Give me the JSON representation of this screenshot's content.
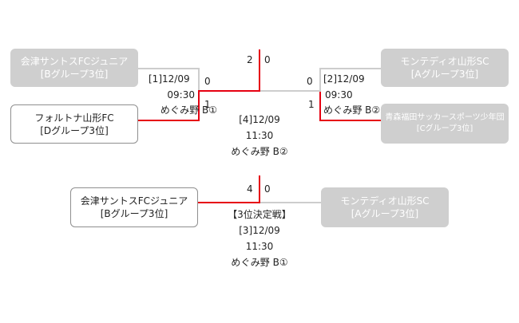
{
  "semifinals": {
    "match1": {
      "number": "[1]",
      "date": "12/09",
      "time": "09:30",
      "venue": "めぐみ野 B①",
      "top_team": {
        "name": "会津サントスFCジュニア",
        "group": "[Bグループ3位]",
        "score": "0"
      },
      "bottom_team": {
        "name": "フォルトナ山形FC",
        "group": "[Dグループ3位]",
        "score": "1"
      }
    },
    "match2": {
      "number": "[2]",
      "date": "12/09",
      "time": "09:30",
      "venue": "めぐみ野 B②",
      "top_team": {
        "name": "モンテディオ山形SC",
        "group": "[Aグループ3位]",
        "score": "0"
      },
      "bottom_team": {
        "name": "青森福田サッカースポーツ少年団",
        "group": "[Cグループ3位]",
        "score": "1"
      }
    }
  },
  "final": {
    "number": "[4]",
    "date": "12/09",
    "time": "11:30",
    "venue": "めぐみ野 B②",
    "left_score": "2",
    "right_score": "0"
  },
  "third_place": {
    "heading": "【3位決定戦】",
    "number": "[3]",
    "date": "12/09",
    "time": "11:30",
    "venue": "めぐみ野 B①",
    "left_score": "4",
    "right_score": "0",
    "left_team": {
      "name": "会津サントスFCジュニア",
      "group": "[Bグループ3位]"
    },
    "right_team": {
      "name": "モンテディオ山形SC",
      "group": "[Aグループ3位]"
    }
  },
  "colors": {
    "winner_line": "#e60012",
    "loser_line": "#cdcdcd",
    "eliminated_box": "#cfcfcf"
  }
}
